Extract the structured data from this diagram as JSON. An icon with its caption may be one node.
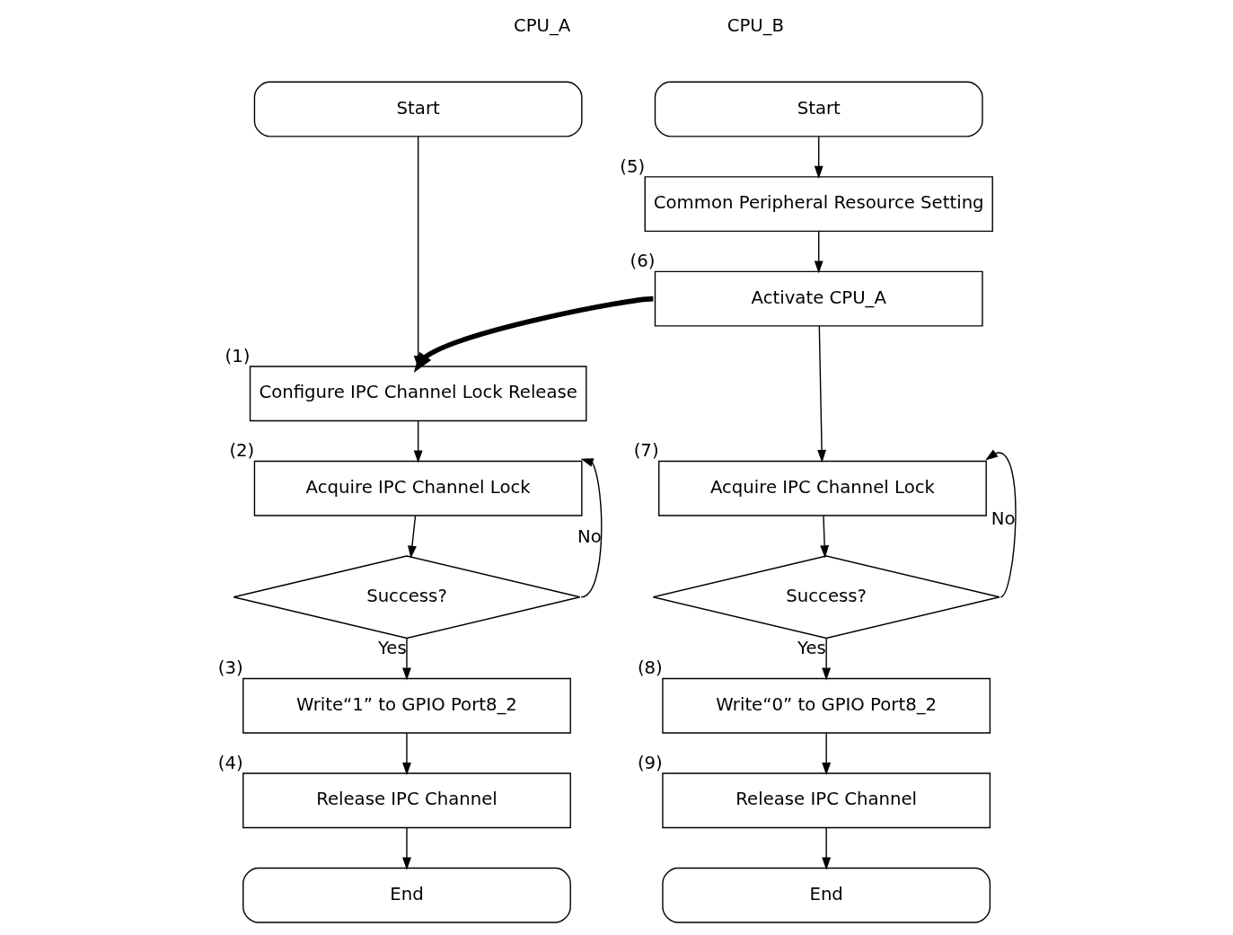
{
  "diagram": {
    "nodes": [
      {
        "text": [
          "Start"
        ]
      },
      {
        "text": [
          "Configure IPC Channel Lock Release"
        ],
        "beside": [
          "(1)"
        ]
      },
      {
        "text": [
          "Acquire IPC Channel Lock"
        ],
        "beside": [
          "(2)"
        ]
      },
      {
        "text": [
          "Success?"
        ]
      },
      {
        "text": [
          "Write“1” to GPIO Port8_2"
        ],
        "beside": [
          "(3)"
        ]
      },
      {
        "text": [
          "Release IPC Channel"
        ],
        "beside": [
          "(4)"
        ]
      },
      {
        "text": [
          "End"
        ]
      },
      {
        "text": [
          "Start"
        ]
      },
      {
        "text": [
          "Common Peripheral Resource Setting"
        ],
        "beside": [
          "(5)"
        ]
      },
      {
        "text": [
          "Activate CPU_A"
        ],
        "beside": [
          "(6)"
        ]
      },
      {
        "text": [
          "Acquire IPC Channel Lock"
        ],
        "beside": [
          "(7)"
        ]
      },
      {
        "text": [
          "Success?"
        ]
      },
      {
        "text": [
          "Write“0” to GPIO Port8_2"
        ],
        "beside": [
          "(8)"
        ]
      },
      {
        "text": [
          "Release IPC Channel"
        ],
        "beside": [
          "(9)"
        ]
      },
      {
        "text": [
          "End"
        ]
      }
    ],
    "edges": [
      {
        "from": 0,
        "to": 1,
        "arrow": "to"
      },
      {
        "from": 1,
        "to": 2,
        "arrow": "to"
      },
      {
        "from": 2,
        "to": 3,
        "arrow": "to"
      },
      {
        "from": 3,
        "to": 4,
        "arrow": "to",
        "label": "Yes"
      },
      {
        "from": 3,
        "to": 2,
        "arrow": "to",
        "label": "No"
      },
      {
        "from": 4,
        "to": 5,
        "arrow": "to"
      },
      {
        "from": 5,
        "to": 6,
        "arrow": "to"
      },
      {
        "from": 7,
        "to": 8,
        "arrow": "to"
      },
      {
        "from": 8,
        "to": 9,
        "arrow": "to"
      },
      {
        "from": 9,
        "to": 1,
        "arrow": "to",
        "style": "thick"
      },
      {
        "from": 9,
        "to": 10,
        "arrow": "to"
      },
      {
        "from": 10,
        "to": 11,
        "arrow": "to"
      },
      {
        "from": 11,
        "to": 12,
        "arrow": "to",
        "label": "Yes"
      },
      {
        "from": 11,
        "to": 10,
        "arrow": "to",
        "label": "No"
      },
      {
        "from": 12,
        "to": 13,
        "arrow": "to"
      },
      {
        "from": 13,
        "to": 14,
        "arrow": "to"
      }
    ],
    "labels": [
      "CPU_A",
      "CPU_B"
    ]
  }
}
